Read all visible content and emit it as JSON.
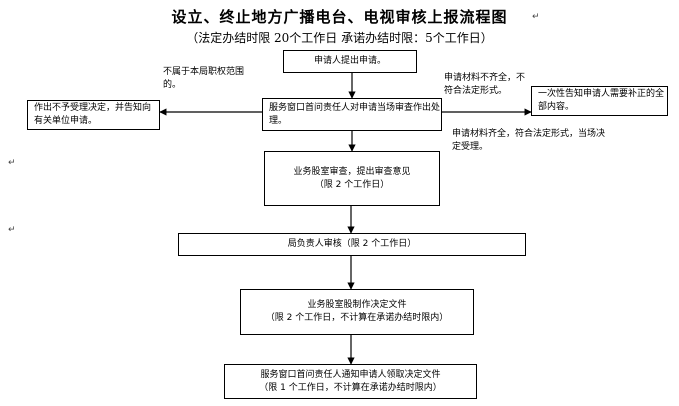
{
  "title": "设立、终止地方广播电台、电视审核上报流程图",
  "subtitle": "（法定办结时限 20个工作日 承诺办结时限：5个工作日）",
  "nodes": {
    "apply": "申请人提出申请。",
    "window_review": "服务窗口首问责任人对申请当场审查作出处理。",
    "reject": "作出不予受理决定，并告知向有关单位申请。",
    "one_time_notice": "一次性告知申请人需要补正的全部内容。",
    "dept_review_line1": "业务股室审查，提出审查意见",
    "dept_review_line2": "（限 2 个工作日）",
    "leader_review": "局负责人审核（限 2 个工作日）",
    "make_doc_line1": "业务股室股制作决定文件",
    "make_doc_line2": "（限 2 个工作日，不计算在承诺办结时限内）",
    "notify_line1": "服务窗口首问责任人通知申请人领取决定文件",
    "notify_line2": "（限 1 个工作日，不计算在承诺办结时限内）"
  },
  "edge_labels": {
    "not_in_scope": "不属于本局职权范围的。",
    "incomplete": "申请材料不齐全，不符合法定形式。",
    "complete": "申请材料齐全，符合法定形式，当场决定受理。"
  }
}
